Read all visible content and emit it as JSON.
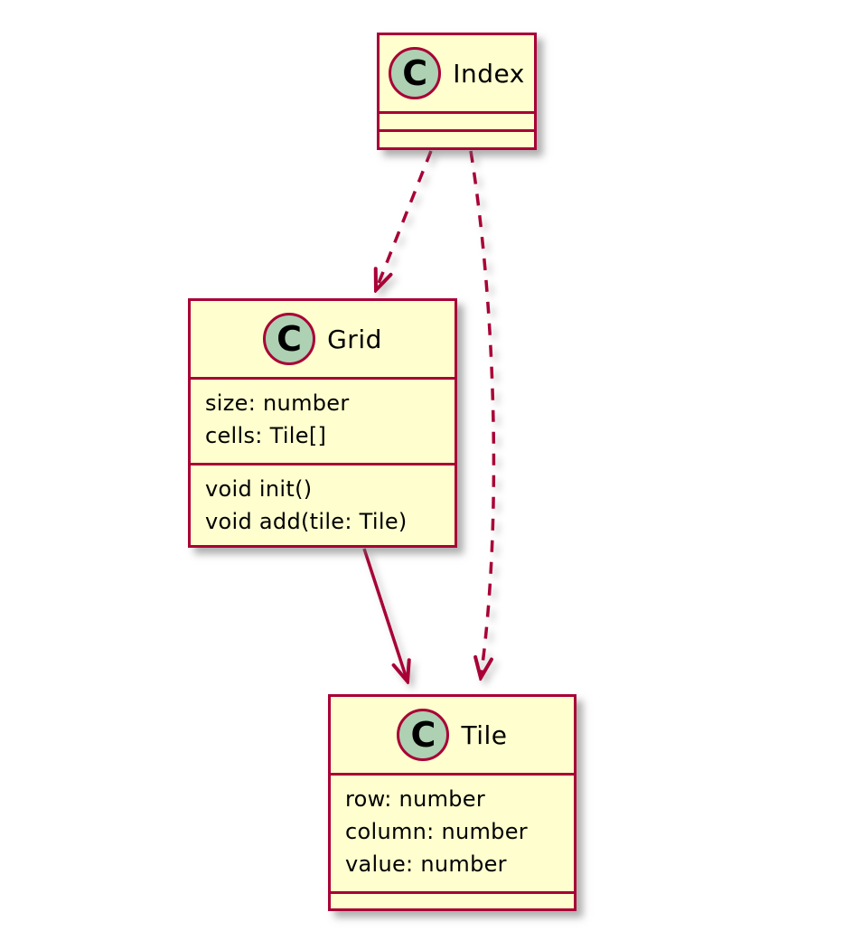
{
  "diagram": {
    "type": "uml-class-diagram",
    "colors": {
      "box_fill": "#FEFECE",
      "box_border": "#A80036",
      "circle_fill": "#ADD1B2",
      "arrow": "#A80036",
      "text": "#000000",
      "page_background": "#FFFFFF"
    },
    "classes": [
      {
        "id": "index",
        "stereotype_letter": "C",
        "name": "Index",
        "attributes": [],
        "methods": []
      },
      {
        "id": "grid",
        "stereotype_letter": "C",
        "name": "Grid",
        "attributes": [
          "size: number",
          "cells: Tile[]"
        ],
        "methods": [
          "void init()",
          "void add(tile: Tile)"
        ]
      },
      {
        "id": "tile",
        "stereotype_letter": "C",
        "name": "Tile",
        "attributes": [
          "row: number",
          "column: number",
          "value: number"
        ],
        "methods": []
      }
    ],
    "relations": [
      {
        "from": "Index",
        "to": "Grid",
        "style": "dashed",
        "kind": "dependency"
      },
      {
        "from": "Index",
        "to": "Tile",
        "style": "dashed",
        "kind": "dependency"
      },
      {
        "from": "Grid",
        "to": "Tile",
        "style": "solid",
        "kind": "association"
      }
    ]
  }
}
